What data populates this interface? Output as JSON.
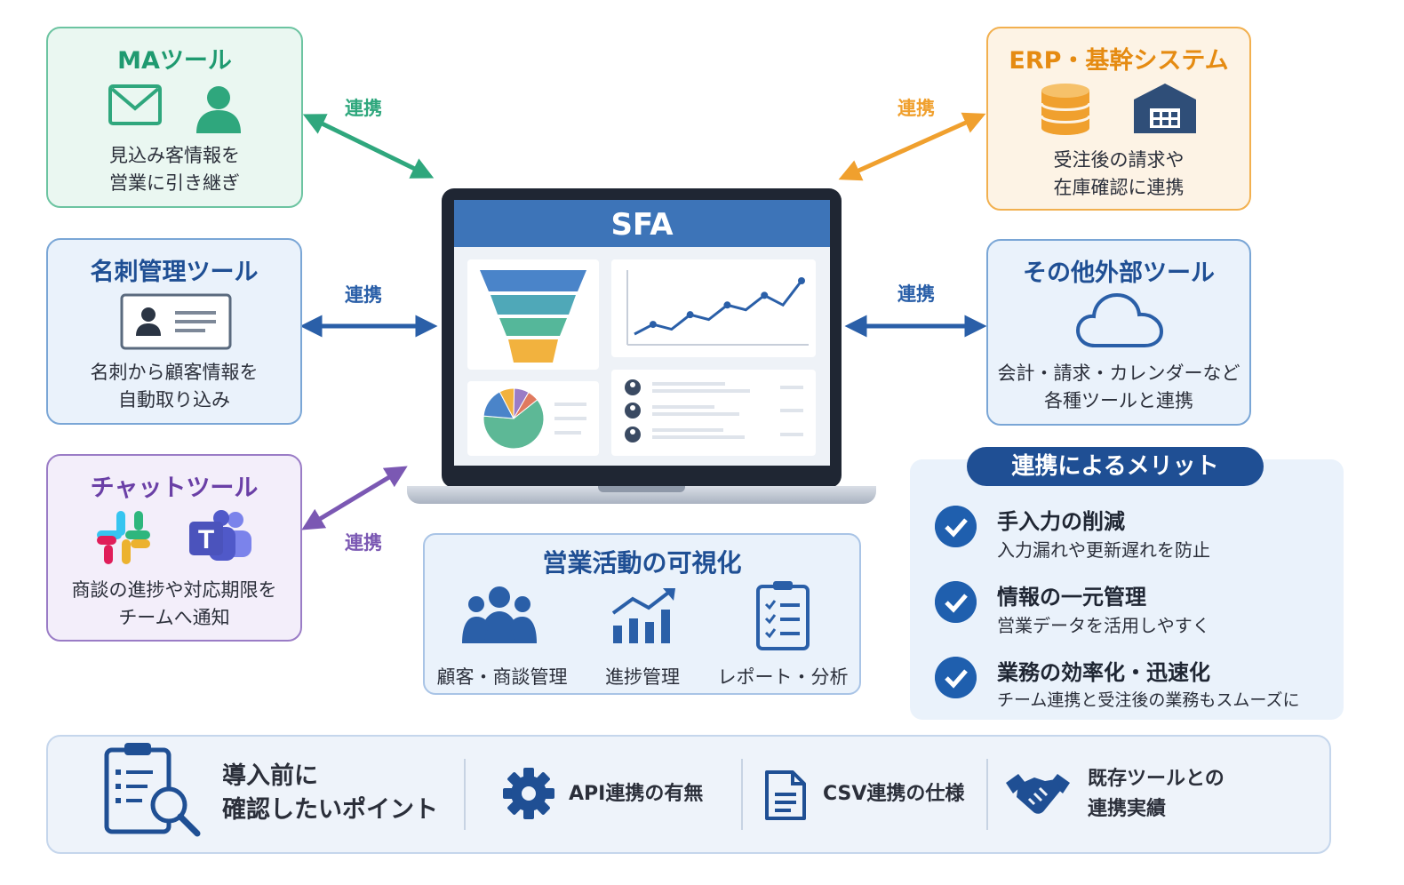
{
  "tools": {
    "ma": {
      "title": "MAツール",
      "desc1": "見込み客情報を",
      "desc2": "営業に引き継ぎ"
    },
    "meishi": {
      "title": "名刺管理ツール",
      "desc1": "名刺から顧客情報を",
      "desc2": "自動取り込み"
    },
    "chat": {
      "title": "チャットツール",
      "desc1": "商談の進捗や対応期限を",
      "desc2": "チームへ通知"
    },
    "erp": {
      "title": "ERP・基幹システム",
      "desc1": "受注後の請求や",
      "desc2": "在庫確認に連携"
    },
    "other": {
      "title": "その他外部ツール",
      "desc1": "会計・請求・カレンダーなど",
      "desc2": "各種ツールと連携"
    }
  },
  "link_label": "連携",
  "center": {
    "title": "SFA",
    "chart_points": [
      2,
      4,
      3,
      6,
      5,
      8,
      7,
      10,
      8,
      13
    ],
    "funnel_colors": [
      "#4a84c9",
      "#4fa8b8",
      "#55b79a",
      "#f2b23e"
    ],
    "pie_colors": [
      "#5db896",
      "#4a84c9",
      "#f2b23e",
      "#9a7cc6",
      "#e07a5f"
    ]
  },
  "visualization": {
    "title": "営業活動の可視化",
    "items": [
      "顧客・商談管理",
      "進捗管理",
      "レポート・分析"
    ]
  },
  "merit": {
    "title": "連携によるメリット",
    "items": [
      {
        "heading": "手入力の削減",
        "sub": "入力漏れや更新遅れを防止"
      },
      {
        "heading": "情報の一元管理",
        "sub": "営業データを活用しやすく"
      },
      {
        "heading": "業務の効率化・迅速化",
        "sub": "チーム連携と受注後の業務もスムーズに"
      }
    ]
  },
  "checkpoints": {
    "title1": "導入前に",
    "title2": "確認したいポイント",
    "api": "API連携の有無",
    "csv": "CSV連携の仕様",
    "existing1": "既存ツールとの",
    "existing2": "連携実績"
  },
  "colors": {
    "green": "#2fa77d",
    "blue": "#2a5fa8",
    "purple": "#7b58b3",
    "orange": "#f0a02e"
  },
  "icons": [
    "mail-icon",
    "person-icon",
    "business-card-icon",
    "slack-icon",
    "teams-icon",
    "database-icon",
    "building-icon",
    "cloud-icon",
    "people-icon",
    "growth-chart-icon",
    "checklist-icon",
    "check-icon",
    "clipboard-search-icon",
    "gear-icon",
    "document-icon",
    "handshake-icon"
  ]
}
